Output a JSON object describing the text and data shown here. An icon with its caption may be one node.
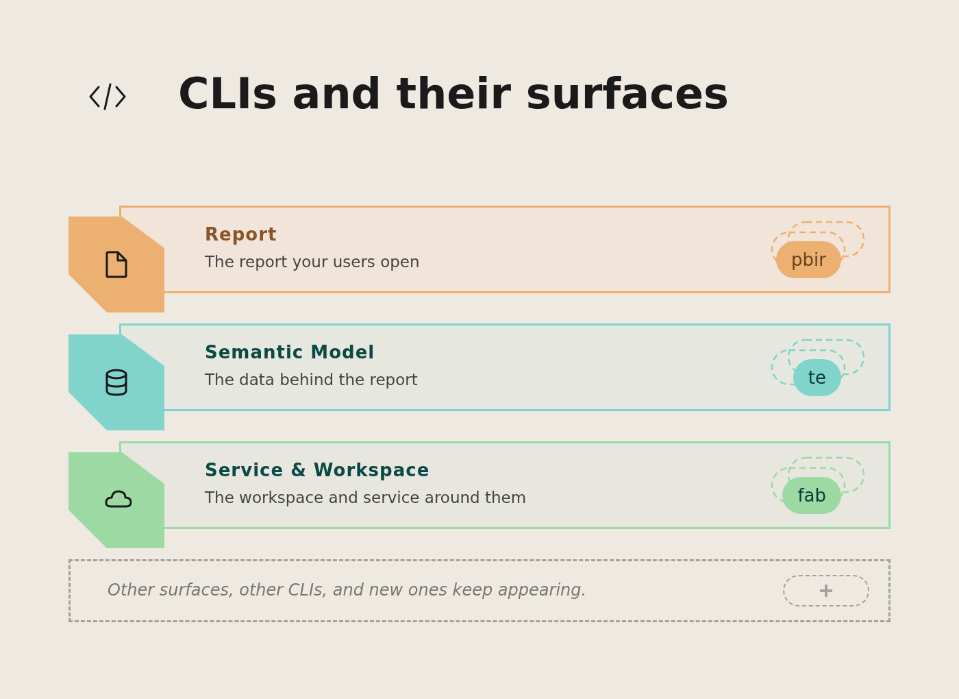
{
  "diagram": {
    "title": "CLIs and their surfaces",
    "nodes": [
      {
        "text": [
          "Report",
          "The report your users open"
        ]
      },
      {
        "text": [
          "pbir"
        ],
        "in": 0
      },
      {
        "text": [
          "Semantic Model",
          "The data behind the report"
        ]
      },
      {
        "text": [
          "te"
        ],
        "in": 2
      },
      {
        "text": [
          "Service & Workspace",
          "The workspace and service around them"
        ]
      },
      {
        "text": [
          "fab"
        ],
        "in": 4
      },
      {
        "text": [
          "Other surfaces, other CLIs, and new ones keep appearing."
        ]
      },
      {
        "text": [],
        "shape": "box",
        "in": 6
      }
    ],
    "edges": []
  }
}
